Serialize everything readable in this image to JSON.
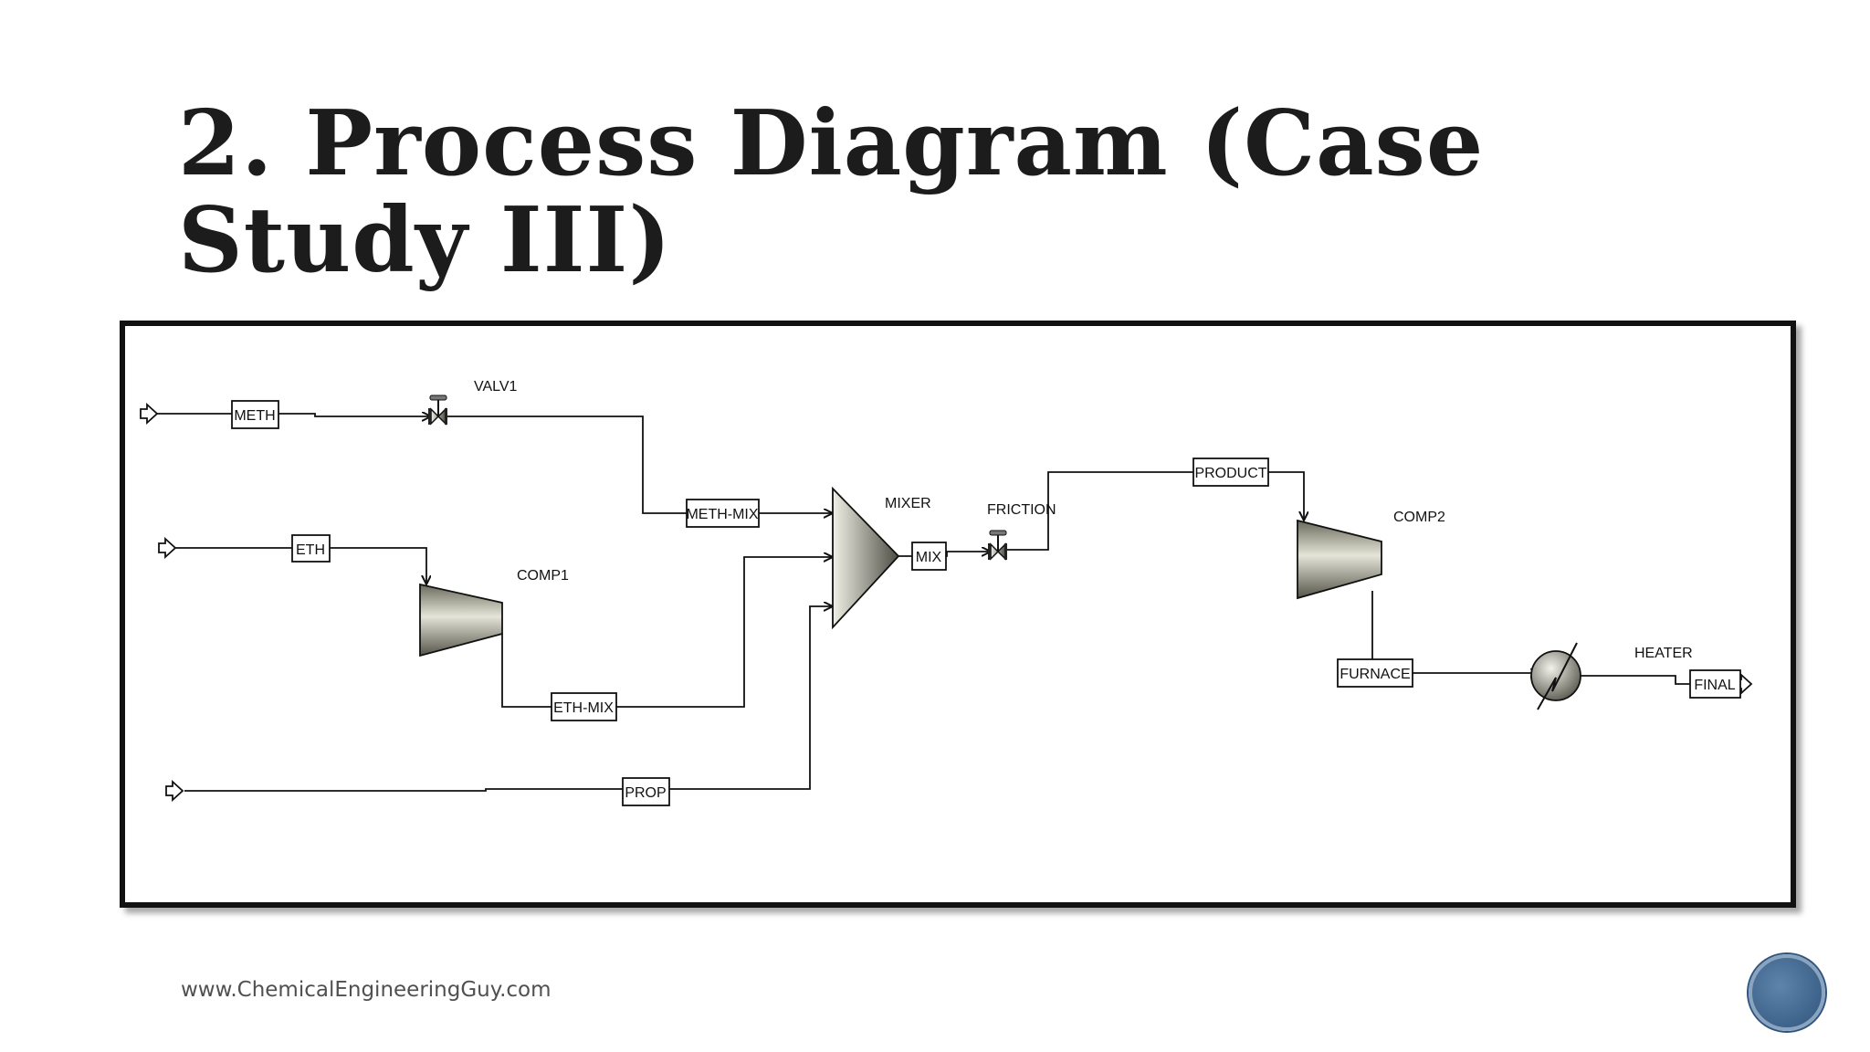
{
  "slide": {
    "title": "2. Process Diagram (Case Study III)",
    "footer": "www.ChemicalEngineeringGuy.com"
  },
  "diagram": {
    "streams": {
      "meth": "METH",
      "eth": "ETH",
      "prop": "PROP",
      "meth_mix": "METH-MIX",
      "eth_mix": "ETH-MIX",
      "mix": "MIX",
      "product": "PRODUCT",
      "furnace": "FURNACE",
      "final": "FINAL"
    },
    "units": {
      "valve1": "VALV1",
      "comp1": "COMP1",
      "mixer": "MIXER",
      "friction": "FRICTION",
      "comp2": "COMP2",
      "heater": "HEATER"
    }
  }
}
